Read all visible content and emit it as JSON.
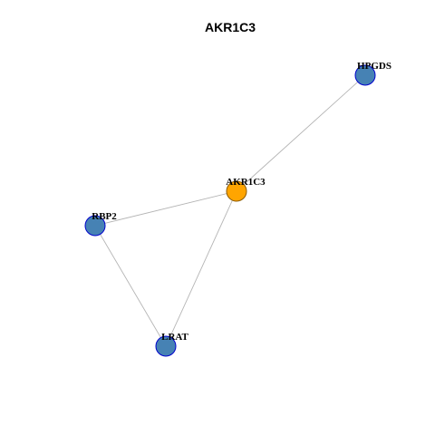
{
  "title": "AKR1C3",
  "colors": {
    "focus_node": "#FFA500",
    "focus_stroke": "#8B5A00",
    "node": "#4682B4",
    "node_stroke": "#0000CD",
    "edge": "#B4B4B4"
  },
  "nodes": [
    {
      "id": "AKR1C3",
      "label": "AKR1C3",
      "focus": true
    },
    {
      "id": "HPGDS",
      "label": "HPGDS",
      "focus": false
    },
    {
      "id": "RBP2",
      "label": "RBP2",
      "focus": false
    },
    {
      "id": "LRAT",
      "label": "LRAT",
      "focus": false
    }
  ],
  "edges": [
    {
      "source": "AKR1C3",
      "target": "HPGDS"
    },
    {
      "source": "AKR1C3",
      "target": "RBP2"
    },
    {
      "source": "AKR1C3",
      "target": "LRAT"
    },
    {
      "source": "RBP2",
      "target": "LRAT"
    }
  ]
}
